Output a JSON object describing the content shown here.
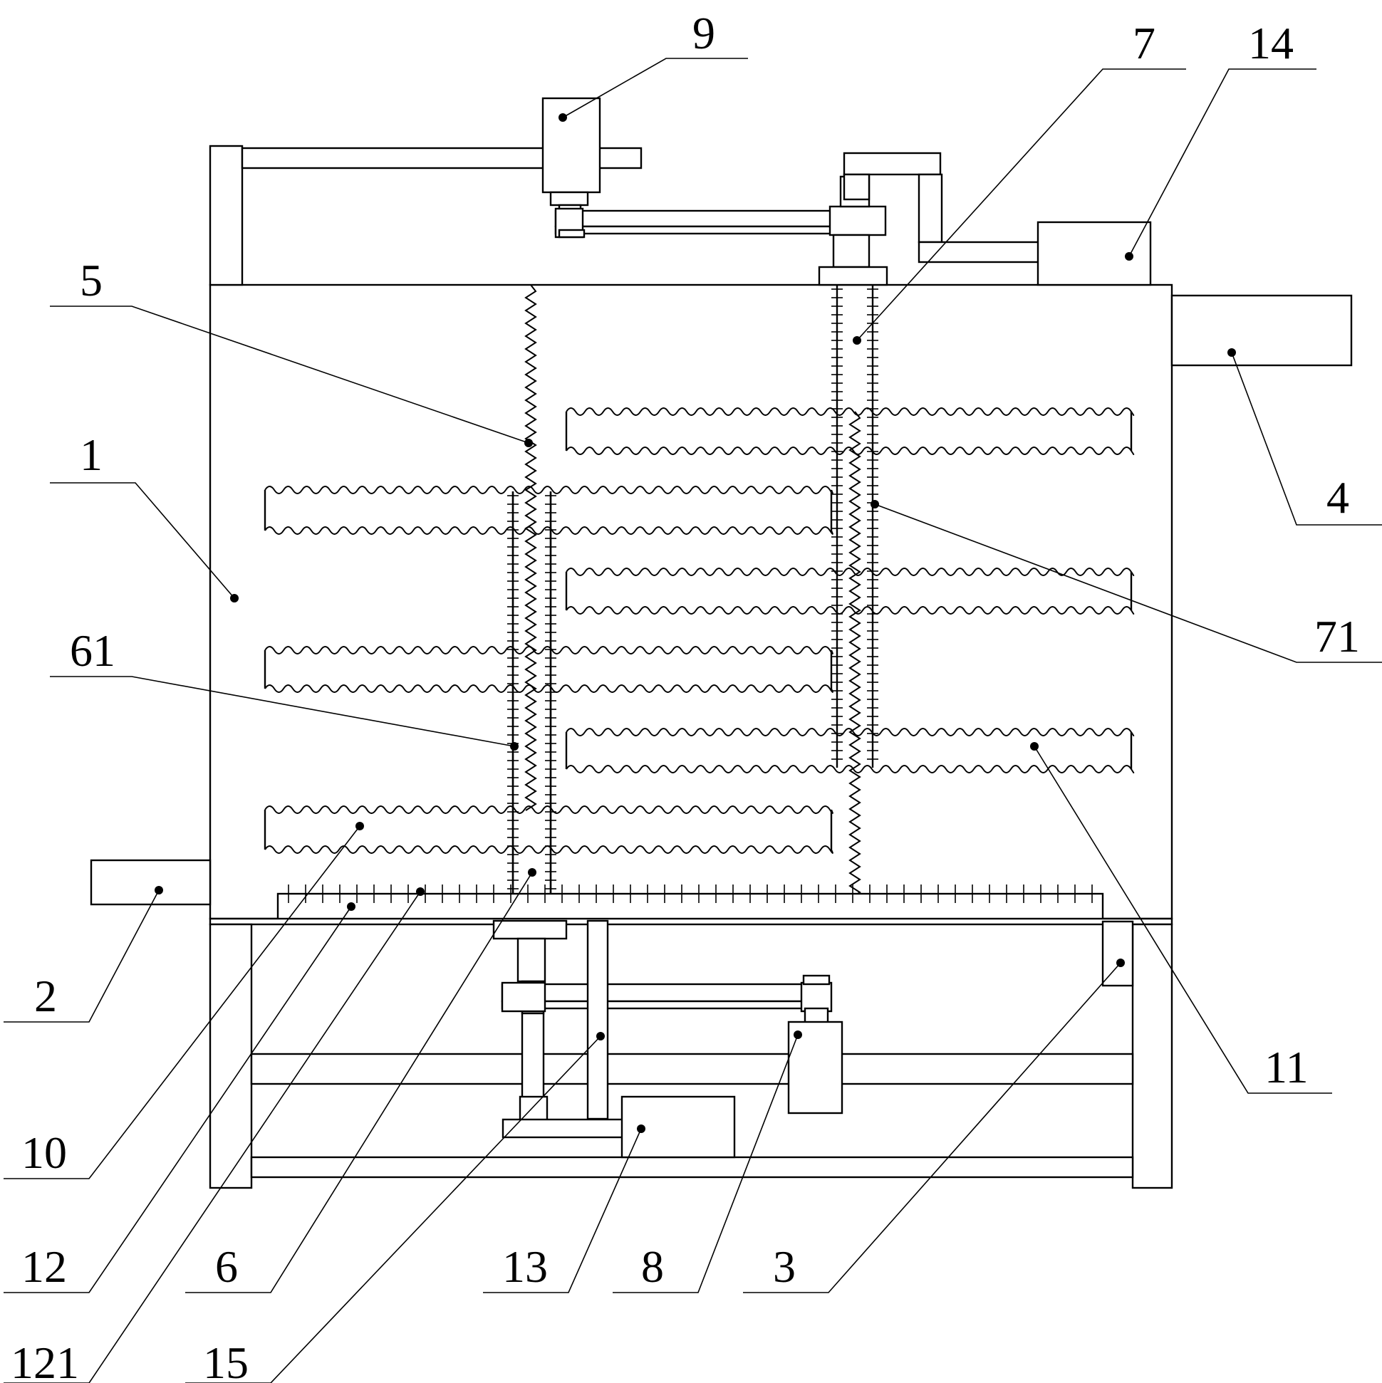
{
  "figure": {
    "labels": [
      {
        "id": "1",
        "text": "1"
      },
      {
        "id": "2",
        "text": "2"
      },
      {
        "id": "3",
        "text": "3"
      },
      {
        "id": "4",
        "text": "4"
      },
      {
        "id": "5",
        "text": "5"
      },
      {
        "id": "6",
        "text": "6"
      },
      {
        "id": "61",
        "text": "61"
      },
      {
        "id": "7",
        "text": "7"
      },
      {
        "id": "71",
        "text": "71"
      },
      {
        "id": "8",
        "text": "8"
      },
      {
        "id": "9",
        "text": "9"
      },
      {
        "id": "10",
        "text": "10"
      },
      {
        "id": "11",
        "text": "11"
      },
      {
        "id": "12",
        "text": "12"
      },
      {
        "id": "121",
        "text": "121"
      },
      {
        "id": "13",
        "text": "13"
      },
      {
        "id": "14",
        "text": "14"
      },
      {
        "id": "15",
        "text": "15"
      }
    ]
  },
  "colors": {
    "line": "#000000",
    "background": "#ffffff"
  }
}
